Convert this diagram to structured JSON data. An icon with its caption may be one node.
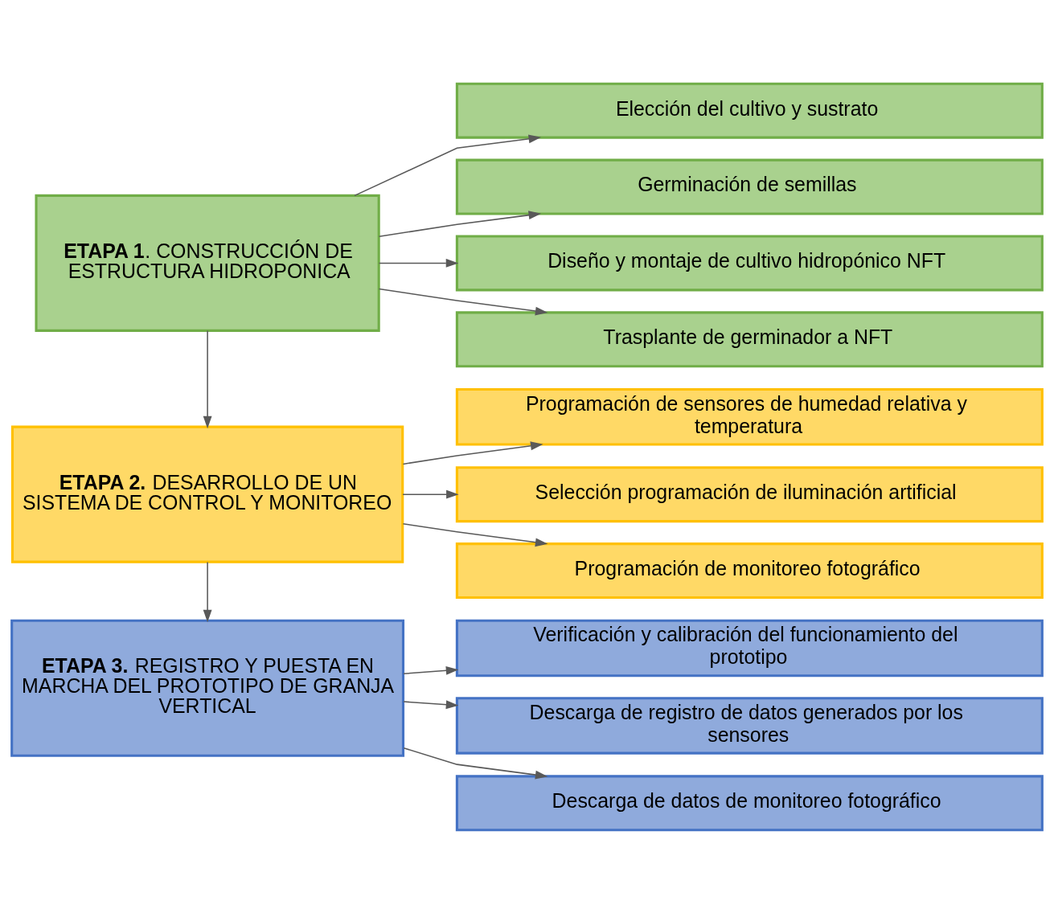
{
  "diagram": {
    "nodes": [
      {
        "text": [
          "**ETAPA 1**. CONSTRUCCIÓN DE ESTRUCTURA HIDROPONICA"
        ]
      },
      {
        "text": [
          "Elección del cultivo y sustrato"
        ]
      },
      {
        "text": [
          "Germinación de semillas"
        ]
      },
      {
        "text": [
          "Diseño y montaje de cultivo hidropónico NFT"
        ]
      },
      {
        "text": [
          "Trasplante de germinador a NFT"
        ]
      },
      {
        "text": [
          "**ETAPA 2.** DESARROLLO DE UN SISTEMA DE CONTROL Y MONITOREO"
        ]
      },
      {
        "text": [
          "Programación de sensores de humedad relativa y temperatura"
        ]
      },
      {
        "text": [
          "Selección programación de iluminación artificial"
        ]
      },
      {
        "text": [
          "Programación de monitoreo fotográfico"
        ]
      },
      {
        "text": [
          "**ETAPA 3.** REGISTRO Y PUESTA EN MARCHA DEL PROTOTIPO DE GRANJA VERTICAL"
        ]
      },
      {
        "text": [
          "Verificación y calibración del funcionamiento del prototipo"
        ]
      },
      {
        "text": [
          "Descarga de registro de datos generados por los sensores"
        ]
      },
      {
        "text": [
          "Descarga de datos de monitoreo fotográfico"
        ]
      }
    ],
    "edges": [
      {
        "from": 0,
        "to": 1,
        "arrow": "to"
      },
      {
        "from": 0,
        "to": 2,
        "arrow": "to"
      },
      {
        "from": 0,
        "to": 3,
        "arrow": "to"
      },
      {
        "from": 0,
        "to": 4,
        "arrow": "to"
      },
      {
        "from": 0,
        "to": 5,
        "arrow": "to"
      },
      {
        "from": 5,
        "to": 6,
        "arrow": "to"
      },
      {
        "from": 5,
        "to": 7,
        "arrow": "to"
      },
      {
        "from": 5,
        "to": 8,
        "arrow": "to"
      },
      {
        "from": 5,
        "to": 9,
        "arrow": "to"
      },
      {
        "from": 9,
        "to": 10,
        "arrow": "to"
      },
      {
        "from": 9,
        "to": 11,
        "arrow": "to"
      },
      {
        "from": 9,
        "to": 12,
        "arrow": "to"
      }
    ]
  }
}
